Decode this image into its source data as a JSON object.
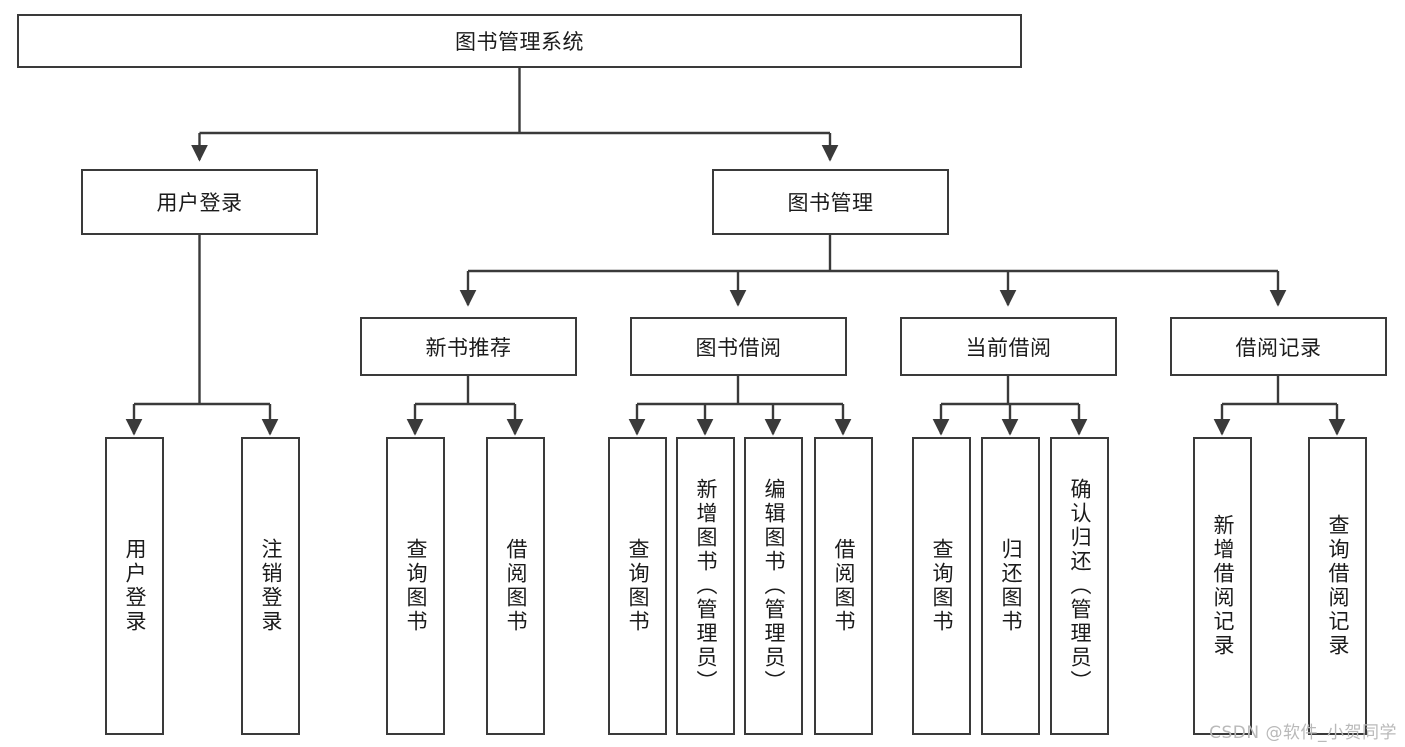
{
  "diagram": {
    "title": "图书管理系统",
    "type": "tree-hierarchy",
    "root": {
      "label": "图书管理系统"
    },
    "level2": [
      {
        "label": "用户登录"
      },
      {
        "label": "图书管理"
      }
    ],
    "level3": [
      {
        "label": "新书推荐"
      },
      {
        "label": "图书借阅"
      },
      {
        "label": "当前借阅"
      },
      {
        "label": "借阅记录"
      }
    ],
    "leaves_user_login": [
      {
        "label": "用户登录"
      },
      {
        "label": "注销登录"
      }
    ],
    "leaves_new_book": [
      {
        "label": "查询图书"
      },
      {
        "label": "借阅图书"
      }
    ],
    "leaves_borrow": [
      {
        "label": "查询图书"
      },
      {
        "label": "新增图书（管理员）"
      },
      {
        "label": "编辑图书（管理员）"
      },
      {
        "label": "借阅图书"
      }
    ],
    "leaves_current": [
      {
        "label": "查询图书"
      },
      {
        "label": "归还图书"
      },
      {
        "label": "确认归还（管理员）"
      }
    ],
    "leaves_records": [
      {
        "label": "新增借阅记录"
      },
      {
        "label": "查询借阅记录"
      }
    ]
  },
  "watermark": {
    "text": "CSDN @软件_小贺同学"
  },
  "colors": {
    "stroke": "#3a3a3a",
    "text": "#1b1b1b",
    "background": "#ffffff",
    "watermark": "#b9b9b9"
  }
}
